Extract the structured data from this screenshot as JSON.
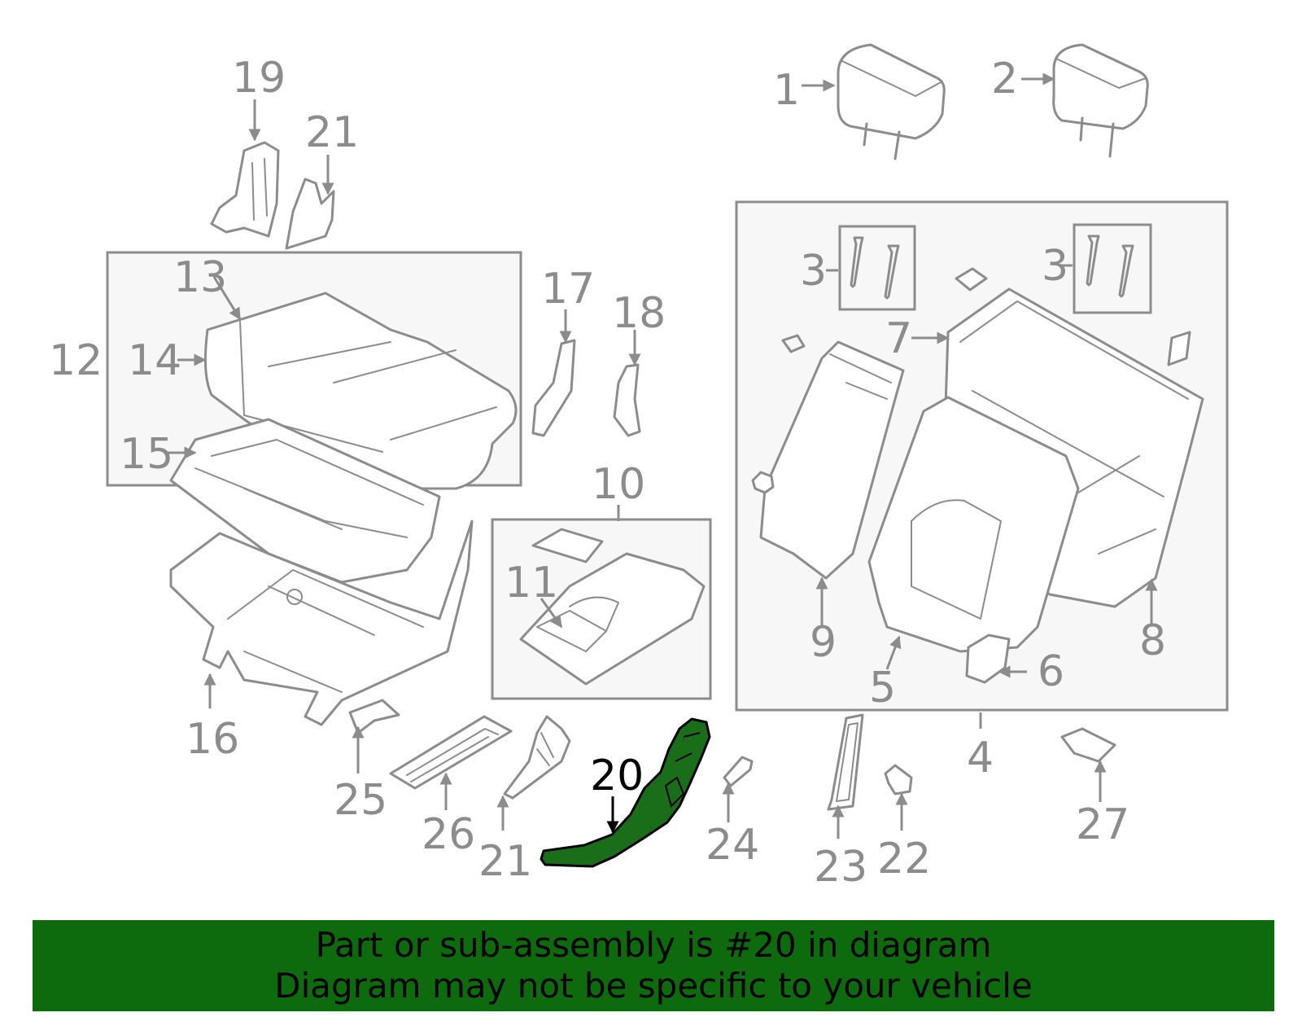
{
  "callouts": {
    "c1": "1",
    "c2": "2",
    "c3a": "3",
    "c3b": "3",
    "c4": "4",
    "c5": "5",
    "c6": "6",
    "c7": "7",
    "c8": "8",
    "c9": "9",
    "c10": "10",
    "c11": "11",
    "c12": "12",
    "c13": "13",
    "c14": "14",
    "c15": "15",
    "c16": "16",
    "c17": "17",
    "c18": "18",
    "c19": "19",
    "c20": "20",
    "c21a": "21",
    "c21b": "21",
    "c22": "22",
    "c23": "23",
    "c24": "24",
    "c25": "25",
    "c26": "26",
    "c27": "27"
  },
  "highlight": {
    "part_number": "20",
    "color": "#1a6e1a",
    "outline": "#000000"
  },
  "banner": {
    "line1": "Part or sub-assembly is #20 in diagram",
    "line2": "Diagram may not be specific to your vehicle",
    "background": "#0d6b0d"
  }
}
